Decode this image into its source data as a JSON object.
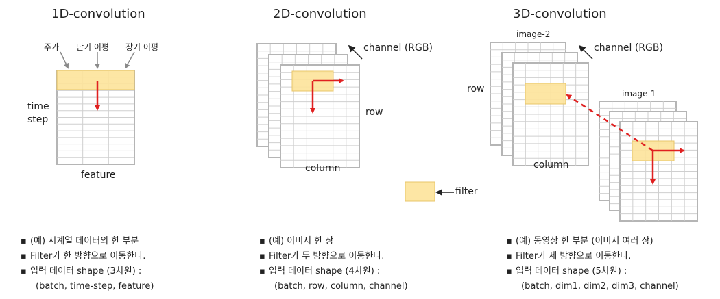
{
  "panels": {
    "conv1d": {
      "title": "1D-convolution",
      "col_labels": [
        "주가",
        "단기 이평",
        "장기 이평"
      ],
      "row_label": [
        "time",
        "step"
      ],
      "bottom_label": "feature"
    },
    "conv2d": {
      "title": "2D-convolution",
      "channel_label": "channel (RGB)",
      "row_label": "row",
      "bottom_label": "column"
    },
    "conv3d": {
      "title": "3D-convolution",
      "image2_label": "image-2",
      "image1_label": "image-1",
      "channel_label": "channel (RGB)",
      "row_label": "row",
      "bottom_label": "column"
    }
  },
  "legend": {
    "filter_label": "filter",
    "filter_color": "#fde39a",
    "arrow_color": "#e02020"
  },
  "notes": {
    "conv1d": [
      "(예) 시계열 데이터의 한 부분",
      "Filter가 한 방향으로 이동한다.",
      "입력 데이터 shape (3차원) :",
      "(batch, time-step, feature)"
    ],
    "conv2d": [
      "(예) 이미지 한 장",
      "Filter가 두 방향으로 이동한다.",
      "입력 데이터 shape (4차원) :",
      "(batch, row, column, channel)"
    ],
    "conv3d": [
      "(예) 동영상 한 부분 (이미지 여러 장)",
      "Filter가 세 방향으로 이동한다.",
      "입력 데이터 shape (5차원) :",
      "(batch, dim1, dim2, dim3, channel)"
    ]
  }
}
